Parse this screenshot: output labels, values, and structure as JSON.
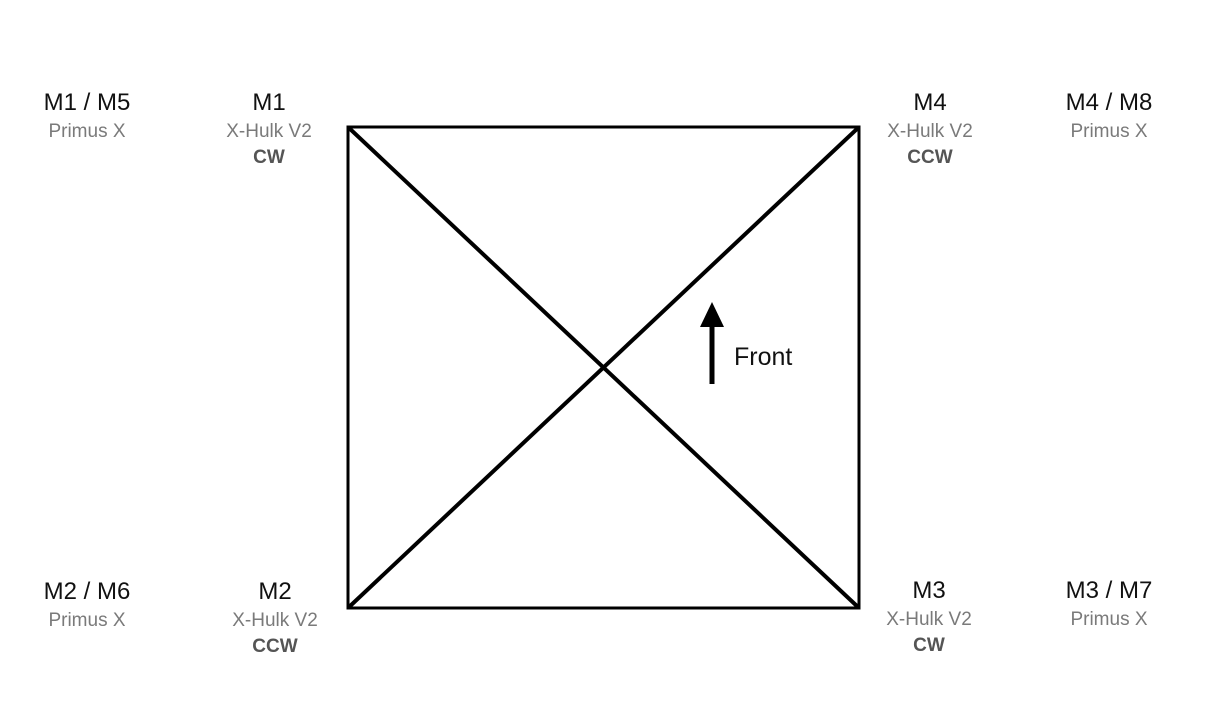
{
  "motors": {
    "outer_top_left": {
      "name": "M1 / M5",
      "model": "Primus X"
    },
    "inner_top_left": {
      "name": "M1",
      "model": "X-Hulk V2",
      "direction": "CW"
    },
    "inner_top_right": {
      "name": "M4",
      "model": "X-Hulk V2",
      "direction": "CCW"
    },
    "outer_top_right": {
      "name": "M4 / M8",
      "model": "Primus X"
    },
    "outer_bottom_left": {
      "name": "M2 / M6",
      "model": "Primus X"
    },
    "inner_bottom_left": {
      "name": "M2",
      "model": "X-Hulk V2",
      "direction": "CCW"
    },
    "inner_bottom_right": {
      "name": "M3",
      "model": "X-Hulk V2",
      "direction": "CW"
    },
    "outer_bottom_right": {
      "name": "M3 / M7",
      "model": "Primus X"
    }
  },
  "front_label": "Front",
  "colors": {
    "line": "#000000",
    "name_text": "#111111",
    "model_text": "#7a7a7a",
    "direction_text": "#555555"
  }
}
